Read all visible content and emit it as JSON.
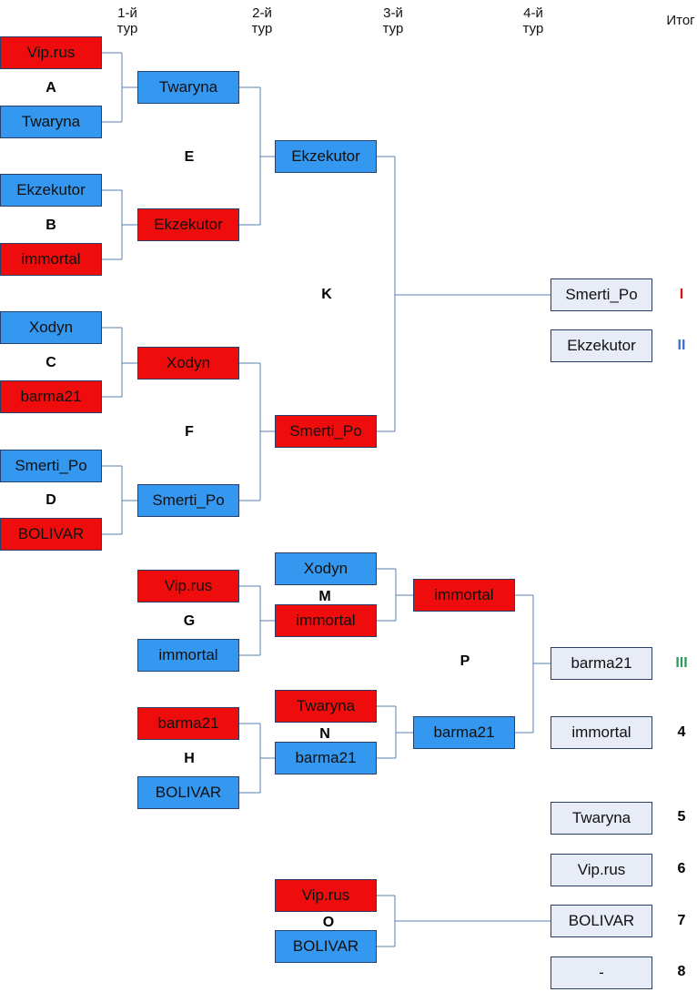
{
  "headers": {
    "r1": [
      "1-й",
      "тур"
    ],
    "r2": [
      "2-й",
      "тур"
    ],
    "r3": [
      "3-й",
      "тур"
    ],
    "r4": [
      "4-й",
      "тур"
    ],
    "total": "Итог"
  },
  "colors": {
    "red": "#ee0c0c",
    "blue": "#3497f0",
    "plain": "#e8ecf6",
    "wire": "#5a7fb0",
    "place_I": "#dd1111",
    "place_II": "#3a6fc4",
    "place_III": "#2e9a5e",
    "place_other": "#000000"
  },
  "slots": {
    "A1": {
      "name": "Vip.rus",
      "color": "red"
    },
    "A2": {
      "name": "Twaryna",
      "color": "blue"
    },
    "B1": {
      "name": "Ekzekutor",
      "color": "blue"
    },
    "B2": {
      "name": "immortal",
      "color": "red"
    },
    "C1": {
      "name": "Xodyn",
      "color": "blue"
    },
    "C2": {
      "name": "barma21",
      "color": "red"
    },
    "D1": {
      "name": "Smerti_Po",
      "color": "blue"
    },
    "D2": {
      "name": "BOLIVAR",
      "color": "red"
    },
    "E1": {
      "name": "Twaryna",
      "color": "blue"
    },
    "E2": {
      "name": "Ekzekutor",
      "color": "red"
    },
    "F1": {
      "name": "Xodyn",
      "color": "red"
    },
    "F2": {
      "name": "Smerti_Po",
      "color": "blue"
    },
    "G1": {
      "name": "Vip.rus",
      "color": "red"
    },
    "G2": {
      "name": "immortal",
      "color": "blue"
    },
    "H1": {
      "name": "barma21",
      "color": "red"
    },
    "H2": {
      "name": "BOLIVAR",
      "color": "blue"
    },
    "K1": {
      "name": "Ekzekutor",
      "color": "blue"
    },
    "K2": {
      "name": "Smerti_Po",
      "color": "red"
    },
    "M1": {
      "name": "Xodyn",
      "color": "blue"
    },
    "M2": {
      "name": "immortal",
      "color": "red"
    },
    "N1": {
      "name": "Twaryna",
      "color": "red"
    },
    "N2": {
      "name": "barma21",
      "color": "blue"
    },
    "O1": {
      "name": "Vip.rus",
      "color": "red"
    },
    "O2": {
      "name": "BOLIVAR",
      "color": "blue"
    },
    "P1": {
      "name": "immortal",
      "color": "red"
    },
    "P2": {
      "name": "barma21",
      "color": "blue"
    },
    "F_1": {
      "name": "Smerti_Po",
      "color": "plain"
    },
    "F_2": {
      "name": "Ekzekutor",
      "color": "plain"
    },
    "F_3": {
      "name": "barma21",
      "color": "plain"
    },
    "F_4": {
      "name": "immortal",
      "color": "plain"
    },
    "F_5": {
      "name": "Twaryna",
      "color": "plain"
    },
    "F_6": {
      "name": "Vip.rus",
      "color": "plain"
    },
    "F_7": {
      "name": "BOLIVAR",
      "color": "plain"
    },
    "F_8": {
      "name": "-",
      "color": "plain"
    }
  },
  "match_labels": {
    "A": "A",
    "B": "B",
    "C": "C",
    "D": "D",
    "E": "E",
    "F": "F",
    "G": "G",
    "H": "H",
    "K": "K",
    "M": "M",
    "N": "N",
    "O": "O",
    "P": "P"
  },
  "places": {
    "p1": "I",
    "p2": "II",
    "p3": "III",
    "p4": "4",
    "p5": "5",
    "p6": "6",
    "p7": "7",
    "p8": "8"
  }
}
